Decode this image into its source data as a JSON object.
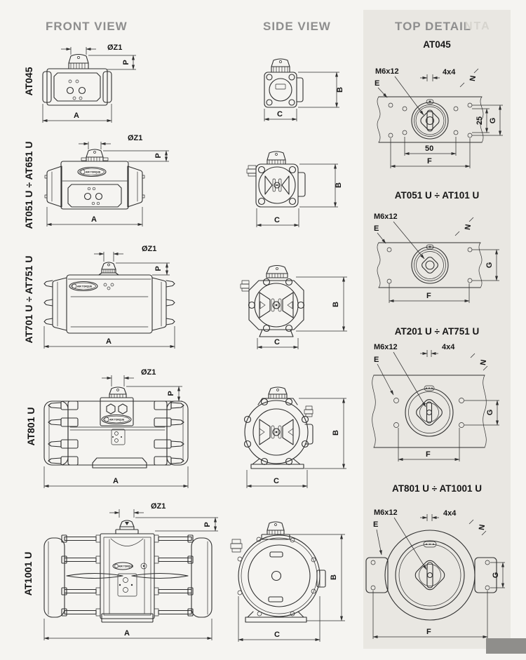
{
  "page": {
    "headers": {
      "front": "FRONT VIEW",
      "side": "SIDE VIEW",
      "top": "TOP DETAIL",
      "ghost": "NTA"
    },
    "brand": "AIR TORQUE"
  },
  "dims": {
    "z1": "ØZ1",
    "p": "P",
    "a": "A",
    "b": "B",
    "c": "C"
  },
  "rows": [
    {
      "model": "AT045"
    },
    {
      "model": "AT051 U ÷ AT651 U"
    },
    {
      "model": "AT701 U ÷ AT751 U"
    },
    {
      "model": "AT801 U"
    },
    {
      "model": "AT1001 U"
    }
  ],
  "top_details": [
    {
      "title": "AT045",
      "thread": "M6x12",
      "square": "4x4",
      "e": "E",
      "n": "N",
      "g": "G",
      "f": "F",
      "pitch": "25",
      "width": "50"
    },
    {
      "title": "AT051 U ÷ AT101 U",
      "thread": "M6x12",
      "e": "E",
      "n": "N",
      "g": "G",
      "f": "F"
    },
    {
      "title": "AT201 U ÷ AT751 U",
      "thread": "M6x12",
      "square": "4x4",
      "e": "E",
      "n": "N",
      "g": "G",
      "f": "F"
    },
    {
      "title": "AT801 U ÷ AT1001 U",
      "thread": "M6x12",
      "square": "4x4",
      "e": "E",
      "n": "N",
      "g": "G",
      "f": "F"
    }
  ]
}
